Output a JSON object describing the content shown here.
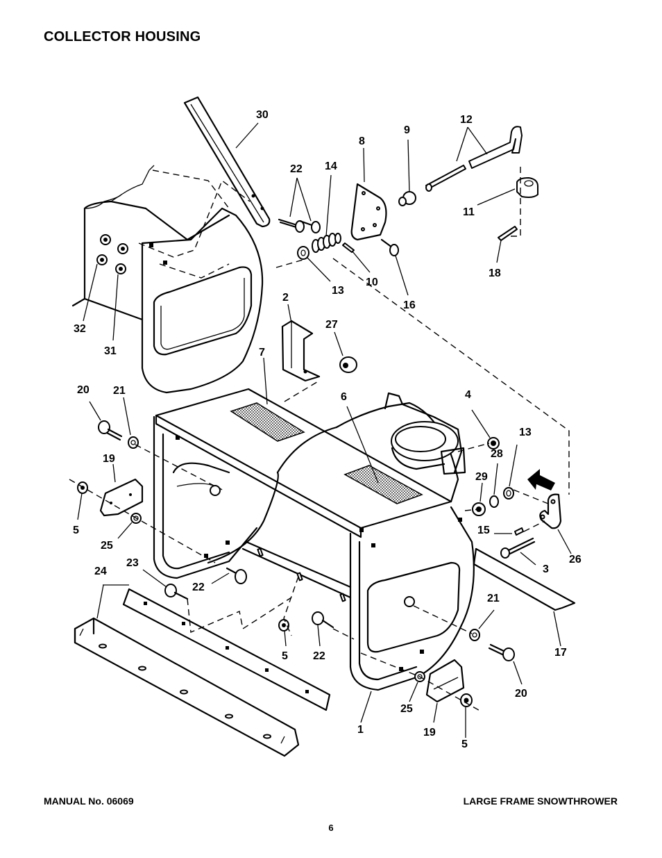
{
  "title": "COLLECTOR HOUSING",
  "footer": {
    "manual": "MANUAL No. 06069",
    "product": "LARGE FRAME SNOWTHROWER",
    "page_number": "6"
  },
  "callouts": {
    "c1": "1",
    "c2": "2",
    "c3": "3",
    "c4": "4",
    "c5a": "5",
    "c5b": "5",
    "c5c": "5",
    "c6": "6",
    "c7": "7",
    "c8": "8",
    "c9": "9",
    "c10": "10",
    "c11": "11",
    "c12": "12",
    "c13a": "13",
    "c13b": "13",
    "c14": "14",
    "c15": "15",
    "c16": "16",
    "c17": "17",
    "c18": "18",
    "c19a": "19",
    "c19b": "19",
    "c20a": "20",
    "c20b": "20",
    "c21a": "21",
    "c21b": "21",
    "c22a": "22",
    "c22b": "22",
    "c22c": "22",
    "c23": "23",
    "c24": "24",
    "c25a": "25",
    "c25b": "25",
    "c26": "26",
    "c27": "27",
    "c28": "28",
    "c29": "29",
    "c30": "30",
    "c31": "31",
    "c32": "32"
  }
}
